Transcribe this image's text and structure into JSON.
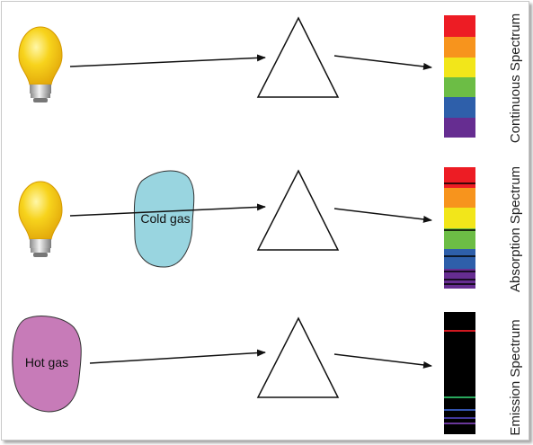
{
  "rows": [
    {
      "label": "Continuous Spectrum",
      "source": "light-bulb",
      "gas": null
    },
    {
      "label": "Absorption Spectrum",
      "source": "light-bulb",
      "gas": {
        "label": "Cold gas",
        "color": "#99d5e0"
      }
    },
    {
      "label": "Emission Spectrum",
      "source": null,
      "gas": {
        "label": "Hot gas",
        "color": "#c77bb8"
      }
    }
  ],
  "colors": {
    "bulb": "#f7d31c",
    "red": "#ed1c24",
    "orange": "#f7941d",
    "yellow": "#f2e61a",
    "green": "#6cbd45",
    "blue": "#2e5faa",
    "violet": "#662d91",
    "black": "#000000"
  }
}
